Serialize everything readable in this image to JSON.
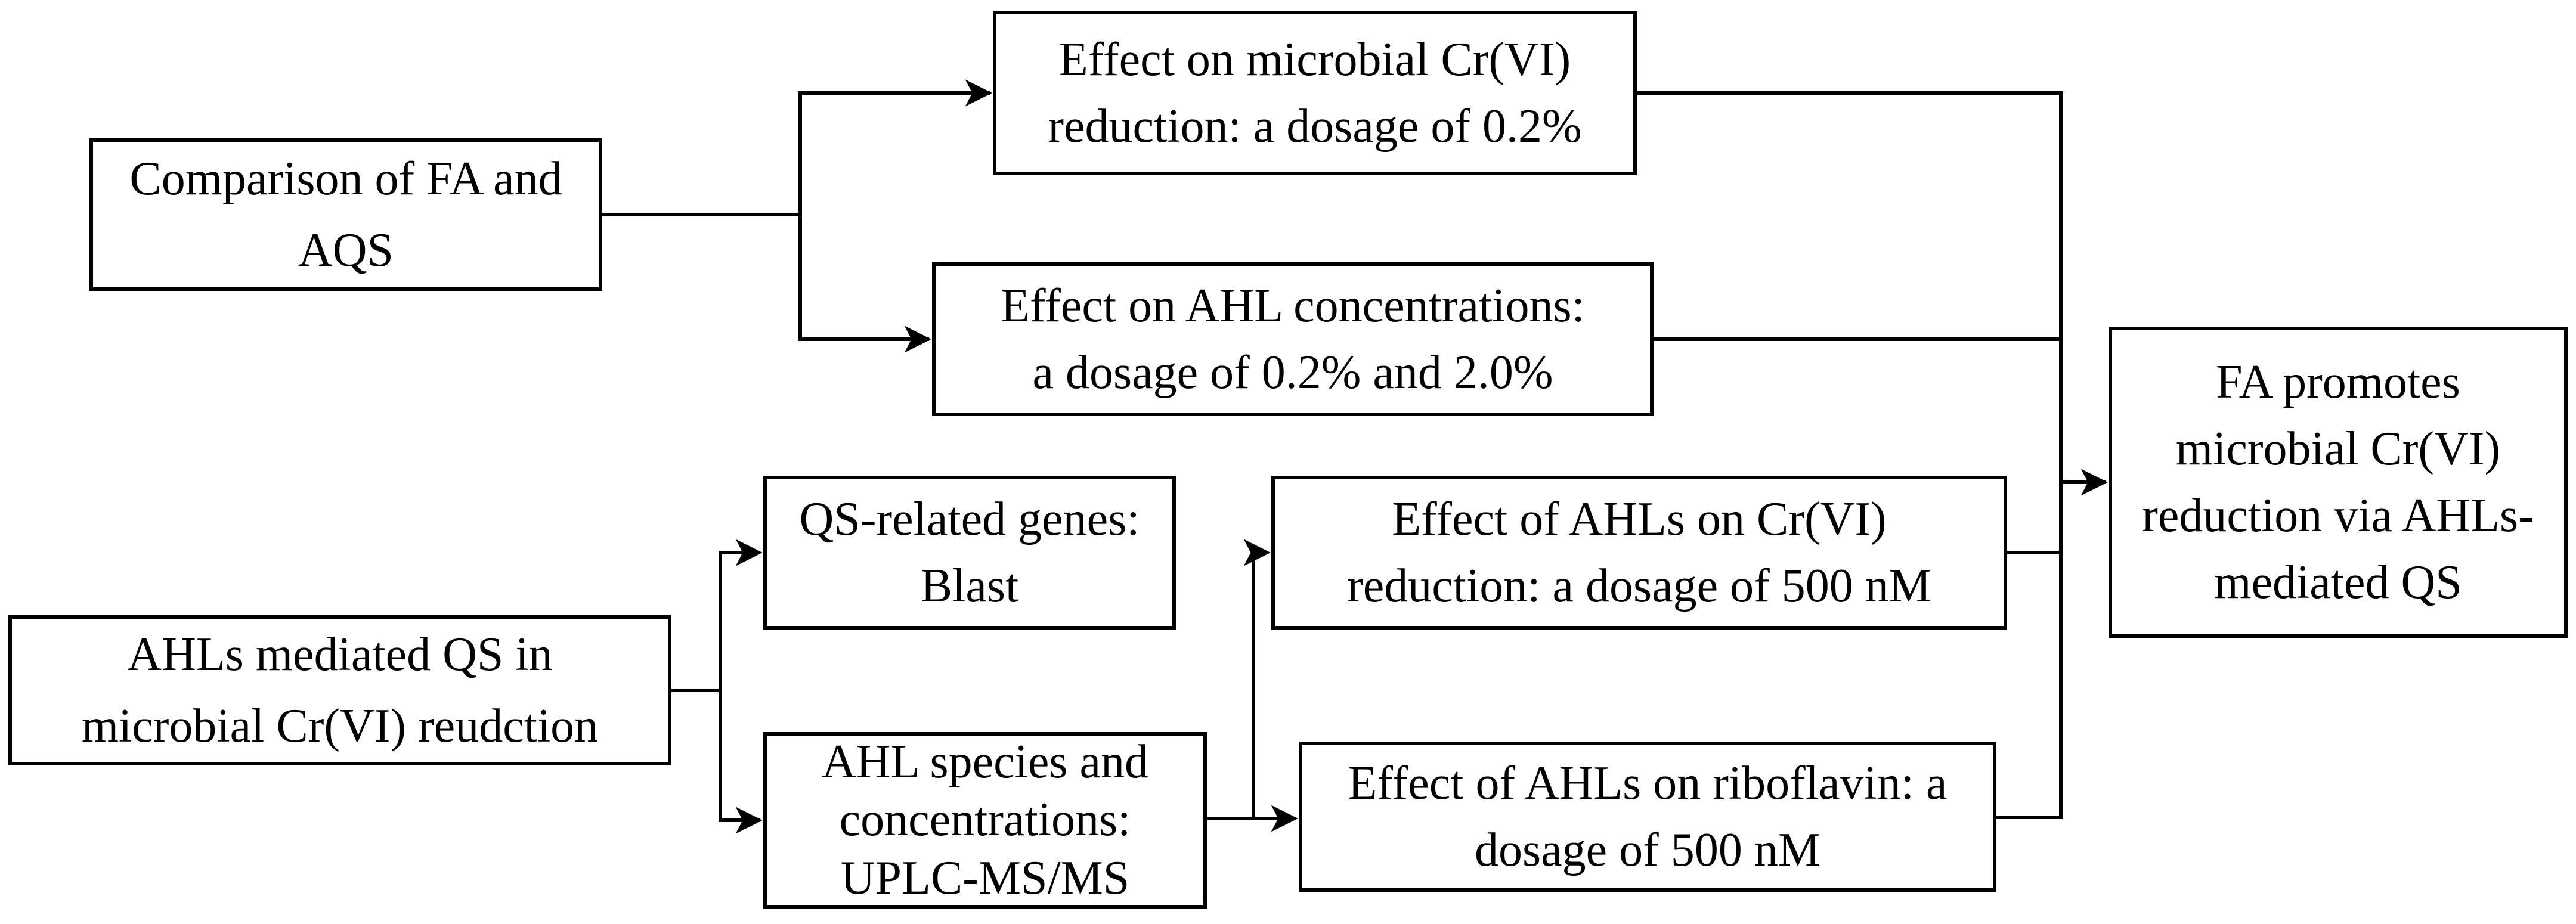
{
  "figure": {
    "type": "flowchart",
    "background_color": "#ffffff",
    "line_color": "#000000",
    "box_fill": "#ffffff",
    "box_border_color": "#000000"
  },
  "boxes": {
    "comparison": {
      "text": "Comparison of FA and\nAQS"
    },
    "effect_microbial": {
      "text": "Effect on microbial Cr(VI)\nreduction: a dosage of 0.2%"
    },
    "effect_ahl_conc": {
      "text": "Effect on AHL concentrations:\na dosage of 0.2% and 2.0%"
    },
    "fa_promotes": {
      "text": "FA promotes\nmicrobial Cr(VI)\nreduction via AHLs-\nmediated QS"
    },
    "ahls_mediated": {
      "text": "AHLs mediated QS in\nmicrobial Cr(VI) reudction"
    },
    "qs_genes": {
      "text": "QS-related genes:\nBlast"
    },
    "ahl_species": {
      "text": "AHL species and\nconcentrations:\nUPLC-MS/MS"
    },
    "effect_ahls_cr": {
      "text": "Effect of AHLs on Cr(VI)\nreduction: a dosage of 500 nM"
    },
    "effect_ahls_ribo": {
      "text": "Effect of AHLs on riboflavin: a\ndosage of 500 nM"
    }
  }
}
